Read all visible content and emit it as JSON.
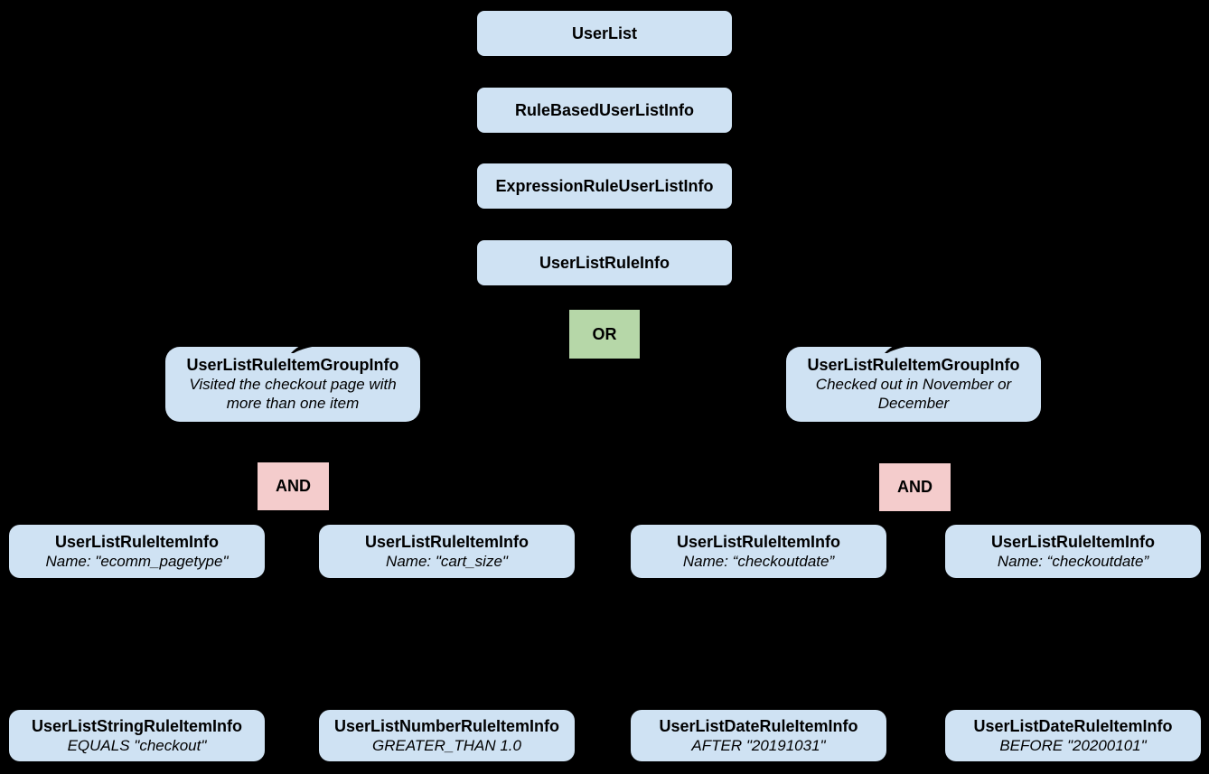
{
  "diagram": {
    "colors": {
      "canvas": "#000000",
      "node_fill": "#cfe2f3",
      "or_fill": "#b6d7a8",
      "and_fill": "#f4cccc",
      "text": "#000000"
    },
    "chain": [
      {
        "label": "UserList"
      },
      {
        "label": "RuleBasedUserListInfo"
      },
      {
        "label": "ExpressionRuleUserListInfo"
      },
      {
        "label": "UserListRuleInfo"
      }
    ],
    "or_label": "OR",
    "groups": [
      {
        "title": "UserListRuleItemGroupInfo",
        "subtitle": "Visited the checkout page with more than one item",
        "and_label": "AND"
      },
      {
        "title": "UserListRuleItemGroupInfo",
        "subtitle": "Checked out in November or December",
        "and_label": "AND"
      }
    ],
    "rule_items": [
      {
        "title": "UserListRuleItemInfo",
        "subtitle": "Name: \"ecomm_pagetype\""
      },
      {
        "title": "UserListRuleItemInfo",
        "subtitle": "Name: \"cart_size\""
      },
      {
        "title": "UserListRuleItemInfo",
        "subtitle": "Name: “checkoutdate”"
      },
      {
        "title": "UserListRuleItemInfo",
        "subtitle": "Name: “checkoutdate”"
      }
    ],
    "leaf_items": [
      {
        "title": "UserListStringRuleItemInfo",
        "subtitle": "EQUALS \"checkout\""
      },
      {
        "title": "UserListNumberRuleItemInfo",
        "subtitle": "GREATER_THAN 1.0"
      },
      {
        "title": "UserListDateRuleItemInfo",
        "subtitle": "AFTER \"20191031\""
      },
      {
        "title": "UserListDateRuleItemInfo",
        "subtitle": "BEFORE \"20200101\""
      }
    ]
  }
}
